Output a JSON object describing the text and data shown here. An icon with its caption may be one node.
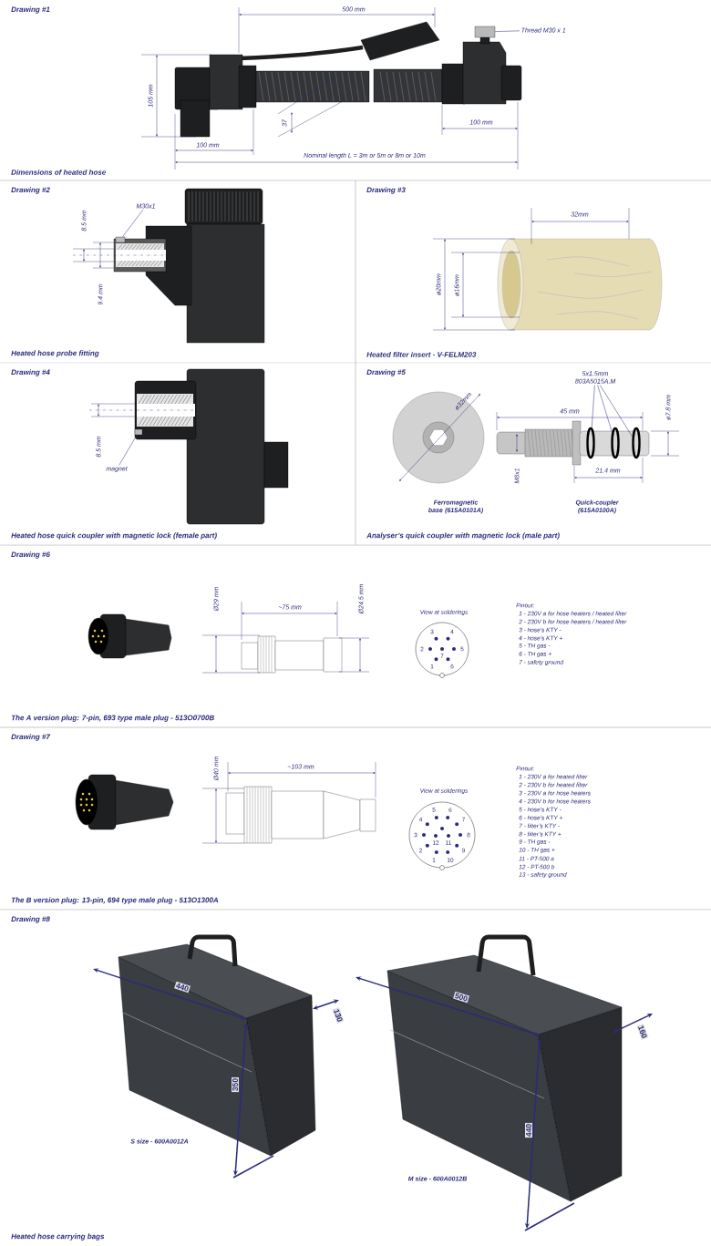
{
  "diagram": {
    "nodes": [
      {
        "text": [
          "Thread M30 x 1"
        ]
      },
      {
        "text": [],
        "shape": "box"
      },
      {
        "text": [
          "M30x1"
        ]
      },
      {
        "text": [],
        "shape": "box"
      },
      {
        "text": [
          "magnet"
        ]
      },
      {
        "text": [],
        "shape": "box"
      },
      {
        "text": [
          "5x1.5mm 803A5015A.M"
        ]
      },
      {
        "text": [],
        "shape": "ring"
      },
      {
        "text": [],
        "shape": "ring"
      },
      {
        "text": [],
        "shape": "ring"
      }
    ],
    "edges": [
      {
        "from": 0,
        "to": 1,
        "arrow": "none"
      },
      {
        "from": 2,
        "to": 3,
        "arrow": "none"
      },
      {
        "from": 4,
        "to": 5,
        "arrow": "none"
      },
      {
        "from": 6,
        "to": 7,
        "arrow": "none"
      },
      {
        "from": 6,
        "to": 8,
        "arrow": "none"
      },
      {
        "from": 6,
        "to": 9,
        "arrow": "none"
      }
    ],
    "labels": [
      "Drawing #1",
      "Dimensions of heated hose",
      "Drawing #2",
      "Heated hose probe fitting",
      "Drawing #3",
      "Heated filter insert - V-FELM203",
      "Drawing #4",
      "Heated hose quick coupler with magnetic lock (female part)",
      "Drawing #5",
      "Analyser’s quick coupler with magnetic lock (male part)",
      "Drawing #6",
      "The A version plug: 7-pin, 693 type male plug - 513O0700B",
      "Drawing #7",
      "The B version plug: 13-pin, 694 type male plug - 513O1300A",
      "Drawing #8",
      "Heated hose carrying bags",
      "500 mm",
      "105 mm",
      "37",
      "100 mm",
      "100 mm",
      "Nominal length L = 3m or 5m or 8m or 10m",
      "8.5 mm",
      "9.4 mm",
      "32mm",
      "ø20mm",
      "ø16mm",
      "8.5 mm",
      "ø32mm",
      "45 mm",
      "ø7.8 mm",
      "M8x1",
      "21.4 mm",
      "Ferromagnetic base (615A0101A)",
      "Quick-coupler (615A0100A)",
      "Ø29 mm",
      "~75 mm",
      "Ø24.5 mm",
      "View at solderings",
      "3",
      "4",
      "2",
      "7",
      "5",
      "1",
      "6",
      "Pinout:",
      "1 - 230V a for hose heaters / heated filter",
      "2 - 230V b for hose heaters / heated filter",
      "3 - hose’s KTY -",
      "4 - hose’s KTY +",
      "5 - TH gas -",
      "6 - TH gas +",
      "7 - safety ground",
      "Ø40 mm",
      "~103 mm",
      "View at solderings",
      "5",
      "6",
      "7",
      "4",
      "8",
      "3",
      "12",
      "11",
      "9",
      "2",
      "1",
      "10",
      "Pinout:",
      "1 - 230V a for heated filter",
      "2 - 230V b for heated filter",
      "3 - 230V a for hose heaters",
      "4 - 230V b for hose heaters",
      "5 - hose’s KTY -",
      "6 - hose’s KTY +",
      "7 - filter’s KTY -",
      "8 - filter’s KTY +",
      "9 - TH gas -",
      "10 - TH gas +",
      "11 - PT-500 a",
      "12 - PT-500 b",
      "13 - safety ground",
      "440",
      "130",
      "350",
      "S size - 600A0012A",
      "500",
      "160",
      "440",
      "M size - 600A0012B"
    ]
  }
}
